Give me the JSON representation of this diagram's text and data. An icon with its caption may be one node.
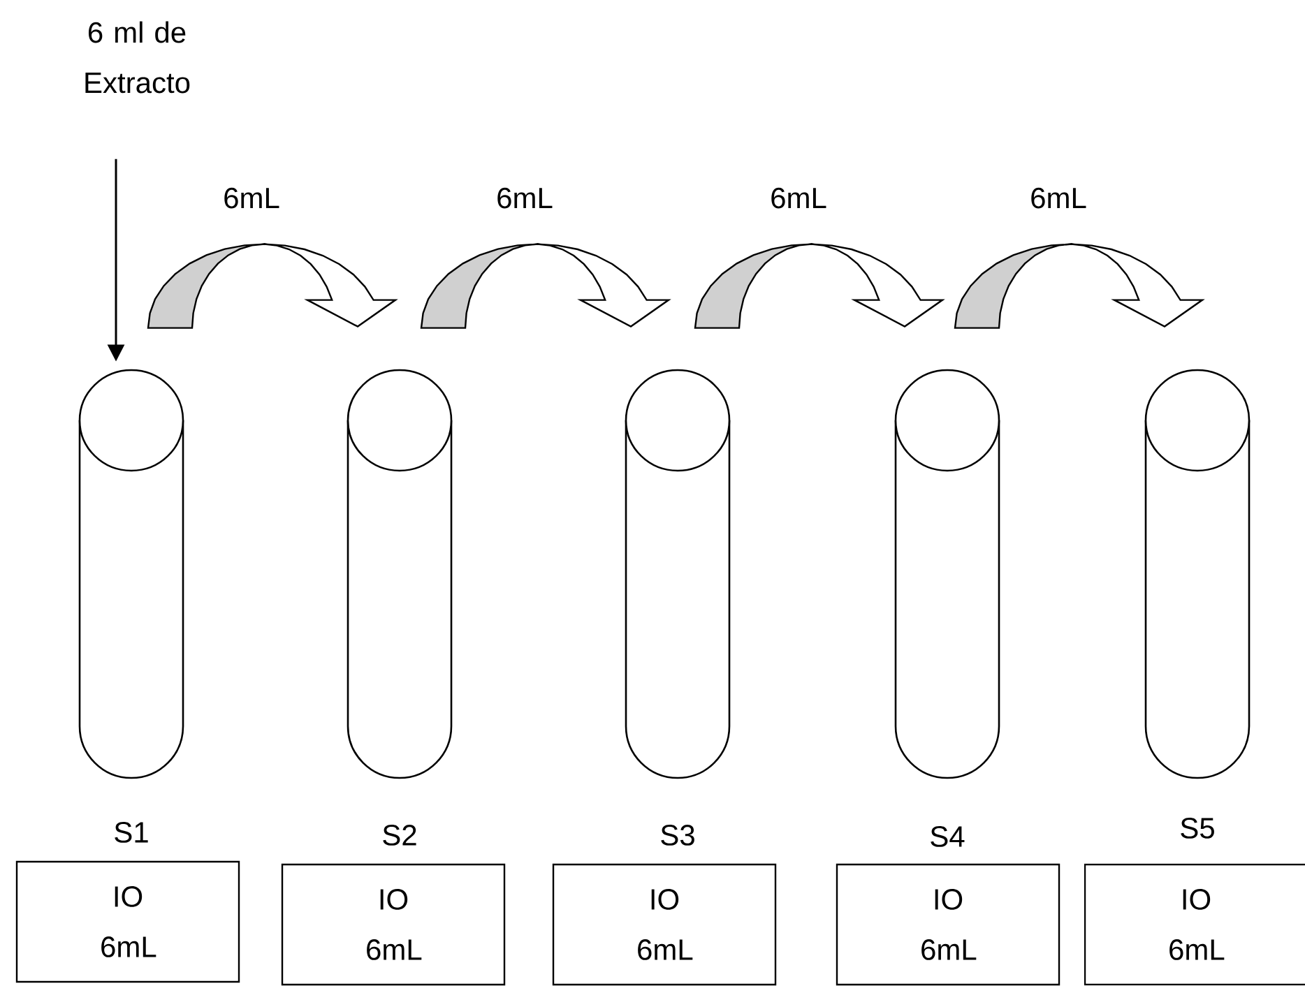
{
  "diagram": {
    "nodes": [
      {
        "text": [
          "6 ml de Extracto"
        ]
      },
      {
        "text": [],
        "shape": "tube"
      },
      {
        "text": [],
        "shape": "tube"
      },
      {
        "text": [],
        "shape": "tube"
      },
      {
        "text": [],
        "shape": "tube"
      },
      {
        "text": [],
        "shape": "tube"
      },
      {
        "text": [
          "IO 6mL"
        ],
        "beside": [
          "S1"
        ]
      },
      {
        "text": [
          "IO 6mL"
        ],
        "beside": [
          "S2"
        ]
      },
      {
        "text": [
          "IO 6mL"
        ],
        "beside": [
          "S3"
        ]
      },
      {
        "text": [
          "IO 6mL"
        ],
        "beside": [
          "S4"
        ]
      },
      {
        "text": [
          "IO 6mL"
        ],
        "beside": [
          "S5"
        ]
      }
    ],
    "edges": [
      {
        "from": 0,
        "to": 1,
        "arrow": "to"
      },
      {
        "from": 1,
        "to": 2,
        "arrow": "to",
        "label": "6mL",
        "style": "thick"
      },
      {
        "from": 2,
        "to": 3,
        "arrow": "to",
        "label": "6mL",
        "style": "thick"
      },
      {
        "from": 3,
        "to": 4,
        "arrow": "to",
        "label": "6mL",
        "style": "thick"
      },
      {
        "from": 4,
        "to": 5,
        "arrow": "to",
        "label": "6mL",
        "style": "thick"
      }
    ]
  }
}
